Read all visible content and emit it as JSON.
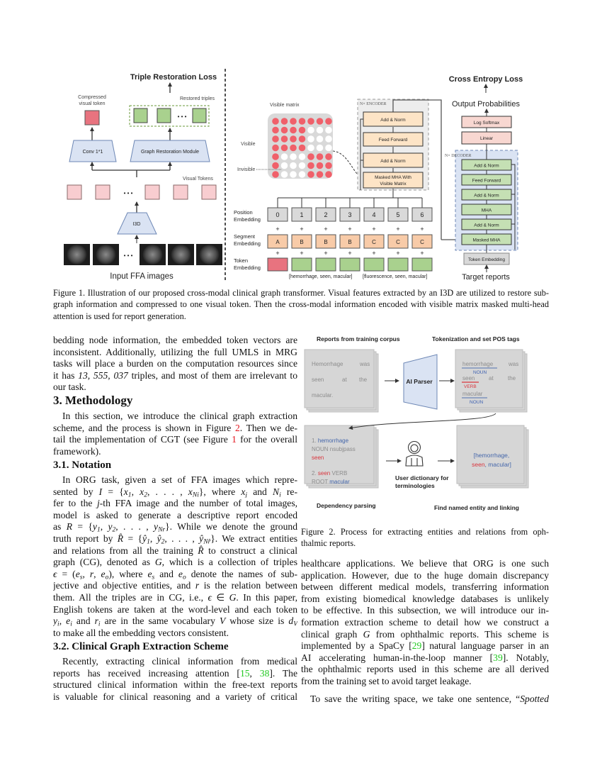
{
  "figure1": {
    "left": {
      "title": "Triple Restoration Loss",
      "compressed_label": [
        "Compressed",
        "visual token"
      ],
      "restored_label": "Restored triples",
      "conv": "Conv 1*1",
      "grm": "Graph Restoration Module",
      "visual_tokens": "Visual Tokens",
      "i3d": "I3D",
      "input_label": "Input FFA images",
      "ellipsis": "• • •"
    },
    "middle": {
      "visible_matrix_label": "Visible matrix",
      "visible": "Visible",
      "invisible": "Invisible",
      "encoder_label": "N× ENCODER",
      "encoder_blocks": [
        "Add & Norm",
        "Feed Forward",
        "Add & Norm"
      ],
      "masked_mha": [
        "Masked MHA With",
        "Visible Matrix"
      ],
      "visible_matrix": [
        [
          1,
          1,
          1,
          1,
          1,
          1,
          1
        ],
        [
          1,
          1,
          1,
          1,
          0,
          0,
          0
        ],
        [
          1,
          1,
          1,
          1,
          0,
          0,
          0
        ],
        [
          1,
          1,
          1,
          1,
          0,
          0,
          0
        ],
        [
          1,
          0,
          0,
          0,
          1,
          1,
          1
        ],
        [
          1,
          0,
          0,
          0,
          1,
          1,
          1
        ],
        [
          1,
          0,
          0,
          0,
          1,
          1,
          1
        ]
      ],
      "position_label": [
        "Position",
        "Embedding"
      ],
      "segment_label": [
        "Segment",
        "Embedding"
      ],
      "token_label": [
        "Token",
        "Embedding"
      ],
      "positions": [
        "0",
        "1",
        "2",
        "3",
        "4",
        "5",
        "6"
      ],
      "segments": [
        "A",
        "B",
        "B",
        "B",
        "C",
        "C",
        "C"
      ],
      "plus": "+",
      "triple1": "[hemorrhage, seen, macular]",
      "triple2": "[fluorescence, seen, macular]"
    },
    "right": {
      "title": "Cross Entropy Loss",
      "output": "Output Probabilities",
      "log_softmax": "Log Softmax",
      "linear": "Linear",
      "decoder_label": "N× DECODER",
      "decoder_blocks": [
        "Add & Norm",
        "Feed Forward",
        "Add & Norm",
        "MHA",
        "Add & Norm",
        "Masked MHA"
      ],
      "token_embedding": "Token Embedding",
      "target": "Target reports"
    },
    "colors": {
      "visual_token": "#f8cdd0",
      "compressed": "#e8737f",
      "triple": "#a9d18e",
      "module": "#dae3f3",
      "encoder_block": "#fde4c6",
      "decoder_block": "#c5e0b4"
    },
    "caption": [
      "Figure 1. Illustration of our proposed cross-modal clinical graph transformer. Visual features extracted by an I3D are utilized to restore sub-",
      "graph information and compressed to one visual token. Then the cross-modal information encoded with visible matrix masked multi-head",
      "attention is used for report generation."
    ]
  },
  "figure2": {
    "step1_title": "Reports from training corpus",
    "step2_title": "Tokenization and set POS tags",
    "step3_title": "Dependency parsing",
    "step4_title": "Find named entity and linking",
    "report": [
      "Hemorrhage",
      "was",
      "seen",
      "at",
      "the",
      "macular."
    ],
    "parser": "AI Parser",
    "pos": {
      "w1": "hemorrhage",
      "t1": "NOUN",
      "w2": "was",
      "w3": "seen",
      "t3": "VERB",
      "w4": "at",
      "w5": "the",
      "w6": "macular",
      "t6": "NOUN"
    },
    "dep": {
      "n1": "1.",
      "w1": "hemorrhage",
      "l2": "NOUN nsubjpass",
      "l3": "seen",
      "n2": "2.",
      "w2": "seen",
      "l4b": "VERB",
      "l5a": "ROOT",
      "l5b": "macular"
    },
    "dictionary": [
      "User dictionary for",
      "terminologies"
    ],
    "entities": {
      "a": "[hemorrhage,",
      "b": "seen",
      "c": ", macular]"
    },
    "caption": [
      "Figure 2.  Process for extracting entities and relations from oph-",
      "thalmic reports."
    ]
  },
  "left_column": {
    "block_a": [
      "bedding node information, the embedded token vectors are",
      "inconsistent. Additionally, utilizing the full UMLS in MRG",
      "tasks will place a burden on the computation resources since",
      [
        "it has ",
        {
          "i": "13, 555, 037"
        },
        " triples, and most of them are irrelevant to"
      ],
      "our task."
    ],
    "heading_3": "3. Methodology",
    "block_b": [
      "In this section, we introduce the clinical graph extraction",
      [
        "scheme, and the process is shown in Figure ",
        {
          "ref": "2",
          "kind": "fig"
        },
        ". Then we de-"
      ],
      [
        "tail the implementation of CGT (see Figure ",
        {
          "ref": "1",
          "kind": "fig"
        },
        " for the overall"
      ],
      "framework)."
    ],
    "heading_31": "3.1. Notation",
    "block_c": [
      "In ORG task, given a set of FFA images which repre-",
      [
        "sented by ",
        {
          "i": "I"
        },
        " = {",
        {
          "i": "x",
          "sub": "1"
        },
        ", ",
        {
          "i": "x",
          "sub": "2"
        },
        ", . . . , ",
        {
          "i": "x",
          "sub": "Ni"
        },
        "}, where ",
        {
          "i": "x",
          "sub": "j"
        },
        " and ",
        {
          "i": "N",
          "sub": "i"
        },
        " re-"
      ],
      [
        "fer to the ",
        {
          "i": "j"
        },
        "-th FFA image and the number of total images,"
      ],
      "model is asked to generate a descriptive report encoded",
      [
        "as ",
        {
          "i": "R"
        },
        " = {",
        {
          "i": "y",
          "sub": "1"
        },
        ", ",
        {
          "i": "y",
          "sub": "2"
        },
        ", . . . , ",
        {
          "i": "y",
          "sub": "Nr"
        },
        "}.  While we denote the ground"
      ],
      [
        "truth report by ",
        {
          "i": "R̂"
        },
        " = {",
        {
          "i": "ŷ",
          "sub": "1"
        },
        ", ",
        {
          "i": "ŷ",
          "sub": "2"
        },
        ", . . . , ",
        {
          "i": "ŷ",
          "sub": "Nr̂"
        },
        "}. We extract entities"
      ],
      [
        "and relations from all the training ",
        {
          "i": "R̂"
        },
        " to construct a clinical"
      ],
      [
        "graph (CG), denoted as ",
        {
          "i": "G"
        },
        ", which is a collection of triples"
      ],
      [
        {
          "i": "ϵ"
        },
        " = (",
        {
          "i": "e",
          "sub": "s"
        },
        ", ",
        {
          "i": "r"
        },
        ", ",
        {
          "i": "e",
          "sub": "o"
        },
        "), where ",
        {
          "i": "e",
          "sub": "s"
        },
        " and ",
        {
          "i": "e",
          "sub": "o"
        },
        " denote the names of sub-"
      ],
      [
        "jective and objective entities, and ",
        {
          "i": "r"
        },
        " is the relation between"
      ],
      [
        "them.  All the triples are in CG, i.e., ",
        {
          "i": "ϵ"
        },
        " ∈ ",
        {
          "i": "G"
        },
        ".  In this paper,"
      ],
      "English tokens are taken at the word-level and each token",
      [
        {
          "i": "y",
          "sub": "i"
        },
        ", ",
        {
          "i": "e",
          "sub": "i"
        },
        " and ",
        {
          "i": "r",
          "sub": "i"
        },
        " are in the same vocabulary ",
        {
          "i": "V"
        },
        " whose size is ",
        {
          "i": "d",
          "sub": "V"
        }
      ],
      "to make all the embedding vectors consistent."
    ],
    "heading_32": "3.2. Clinical Graph Extraction Scheme",
    "block_d": [
      "Recently, extracting clinical information from medical",
      [
        "reports has received increasing attention [",
        {
          "ref": "15",
          "kind": "cite"
        },
        ", ",
        {
          "ref": "38",
          "kind": "cite"
        },
        "].   The"
      ],
      "structured clinical information within the free-text reports",
      "is valuable for clinical reasoning and a variety of critical"
    ]
  },
  "right_column": {
    "block_e": [
      "healthcare applications.  We believe that ORG is one such",
      "application. However, due to the huge domain discrepancy",
      "between different medical models, transferring information",
      "from existing biomedical knowledge databases is unlikely",
      "to be effective. In this subsection, we will introduce our in-",
      "formation extraction scheme to detail how we construct a",
      [
        "clinical graph ",
        {
          "i": "G"
        },
        " from ophthalmic reports.  This scheme is"
      ],
      [
        "implemented by a SpaCy [",
        {
          "ref": "29",
          "kind": "cite"
        },
        "] natural language parser in an"
      ],
      [
        "AI accelerating human-in-the-loop manner [",
        {
          "ref": "39",
          "kind": "cite"
        },
        "].  Notably,"
      ],
      "the ophthalmic reports used in this scheme are all derived",
      "from the training set to avoid target leakage."
    ],
    "block_f": [
      [
        "To save the writing space, we take one sentence, “",
        {
          "em": "Spotted"
        }
      ]
    ]
  }
}
